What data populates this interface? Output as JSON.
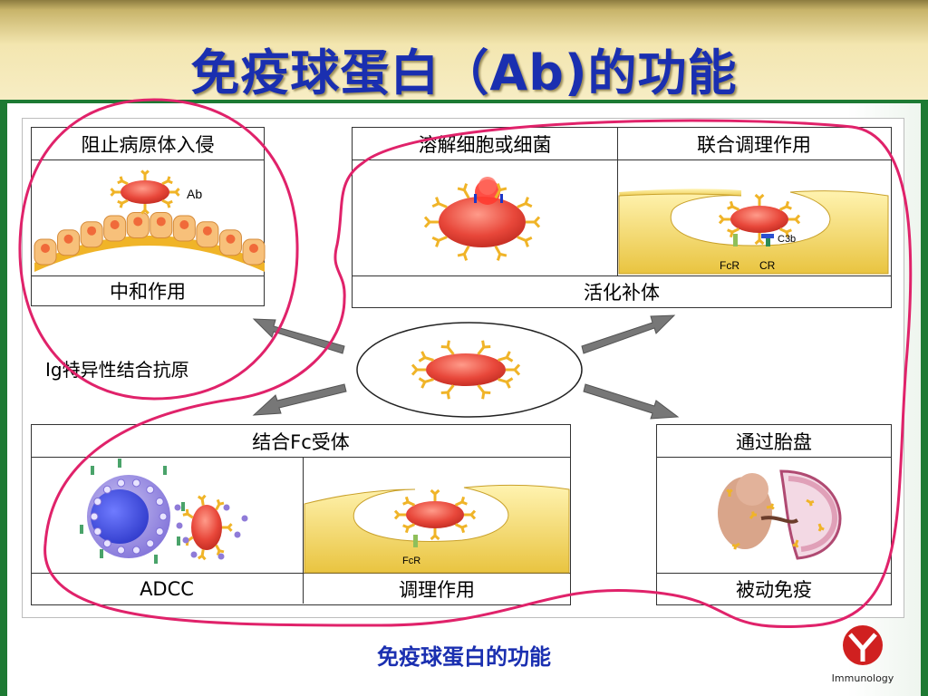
{
  "title": "免疫球蛋白（Ab)的功能",
  "caption": "免疫球蛋白的功能",
  "logo": {
    "text": "Immunology"
  },
  "boxes": {
    "neutralize": {
      "header": "阻止病原体入侵",
      "footer": "中和作用",
      "ab_label": "Ab"
    },
    "complement": {
      "header_left": "溶解细胞或细菌",
      "header_right": "联合调理作用",
      "footer": "活化补体",
      "labels": {
        "c3b": "C3b",
        "fcr": "FcR",
        "cr": "CR"
      }
    },
    "fc_receptor": {
      "header": "结合Fc受体",
      "footer_left": "ADCC",
      "footer_right": "调理作用",
      "labels": {
        "fcr": "FcR"
      }
    },
    "placenta": {
      "header": "通过胎盘",
      "footer": "被动免疫"
    }
  },
  "center_label": "Ig特异性结合抗原",
  "colors": {
    "title": "#1a2fb0",
    "frame": "#1d7a33",
    "annotation": "#e0226a",
    "antigen": "#e8473a",
    "antibody": "#f0b428",
    "tissue": "#f3d460"
  }
}
